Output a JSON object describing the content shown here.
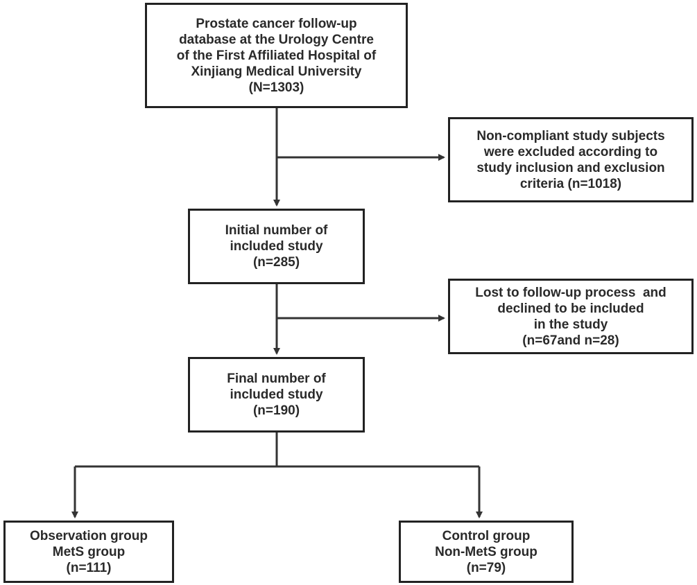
{
  "flowchart": {
    "source": {
      "lines": [
        "Prostate cancer follow-up",
        "database at the Urology Centre",
        "of the First Affiliated Hospital of",
        "Xinjiang Medical University",
        "(N=1303)"
      ]
    },
    "exclusion_1": {
      "lines": [
        "Non-compliant study subjects",
        "were excluded according to",
        "study inclusion and exclusion",
        "criteria (n=1018)"
      ]
    },
    "initial": {
      "lines": [
        "Initial number of",
        "included study",
        "(n=285)"
      ]
    },
    "exclusion_2": {
      "lines": [
        "Lost to follow-up process  and",
        "declined to be included",
        "in the study",
        "(n=67and n=28)"
      ]
    },
    "final": {
      "lines": [
        "Final number of",
        "included study",
        "(n=190)"
      ]
    },
    "observation": {
      "lines": [
        "Observation group",
        "MetS group",
        "(n=111)"
      ]
    },
    "control": {
      "lines": [
        "Control group",
        "Non-MetS group",
        "(n=79)"
      ]
    }
  },
  "colors": {
    "line": "#333333",
    "border": "#222222",
    "text": "#2a2a2a"
  }
}
